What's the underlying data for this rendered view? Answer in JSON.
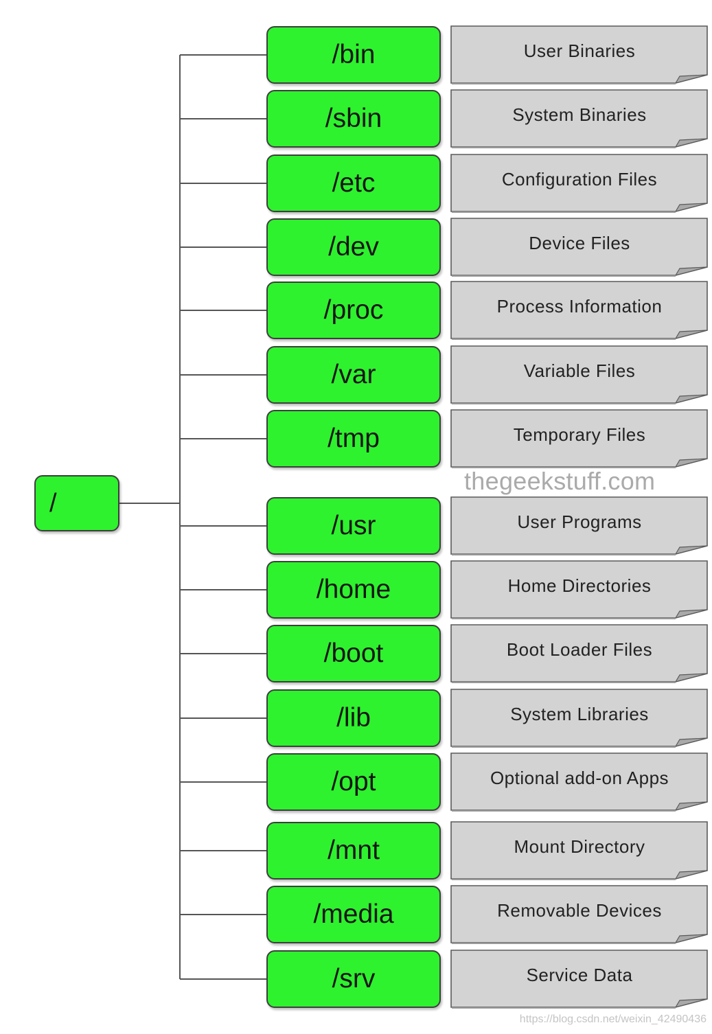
{
  "root": {
    "label": "/"
  },
  "directories": [
    {
      "name": "/bin",
      "description": "User Binaries"
    },
    {
      "name": "/sbin",
      "description": "System Binaries"
    },
    {
      "name": "/etc",
      "description": "Configuration Files"
    },
    {
      "name": "/dev",
      "description": "Device Files"
    },
    {
      "name": "/proc",
      "description": "Process Information"
    },
    {
      "name": "/var",
      "description": "Variable Files"
    },
    {
      "name": "/tmp",
      "description": "Temporary Files"
    },
    {
      "name": "/usr",
      "description": "User Programs"
    },
    {
      "name": "/home",
      "description": "Home Directories"
    },
    {
      "name": "/boot",
      "description": "Boot Loader Files"
    },
    {
      "name": "/lib",
      "description": "System Libraries"
    },
    {
      "name": "/opt",
      "description": "Optional add-on Apps"
    },
    {
      "name": "/mnt",
      "description": "Mount Directory"
    },
    {
      "name": "/media",
      "description": "Removable Devices"
    },
    {
      "name": "/srv",
      "description": "Service Data"
    }
  ],
  "watermark": "thegeekstuff.com",
  "credit": "https://blog.csdn.net/weixin_42490436",
  "colors": {
    "node_fill": "#2ef22e",
    "node_border": "#3e3e3e",
    "description_fill": "#d3d3d3",
    "connector": "#555555"
  }
}
